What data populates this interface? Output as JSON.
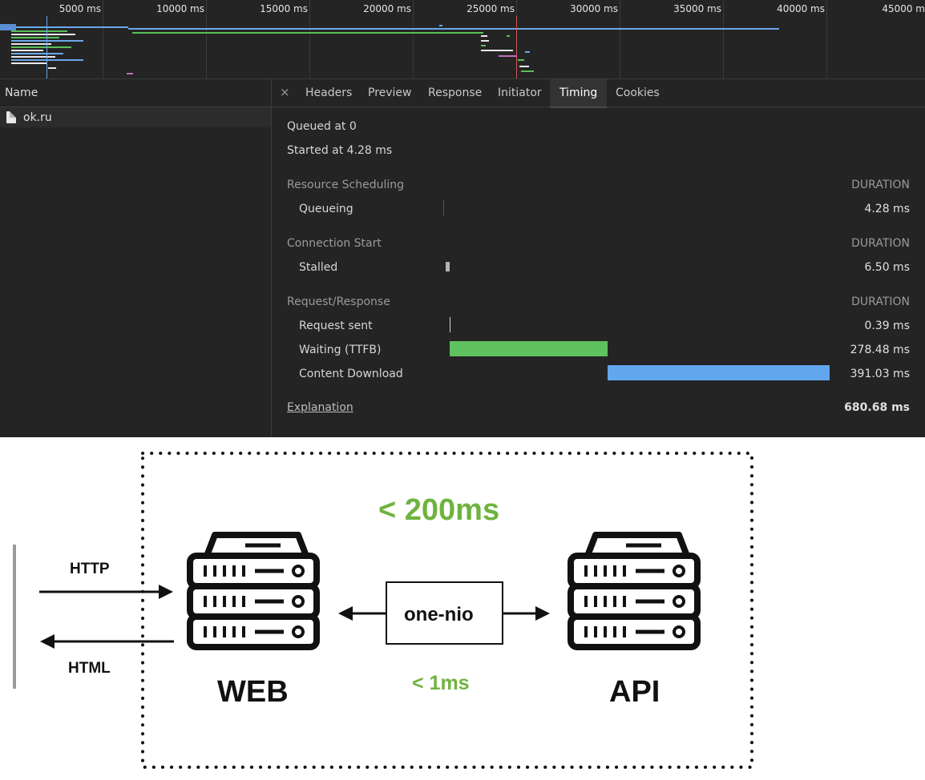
{
  "overview": {
    "ticks": [
      "5000 ms",
      "10000 ms",
      "15000 ms",
      "20000 ms",
      "25000 ms",
      "30000 ms",
      "35000 ms",
      "40000 ms",
      "45000 m"
    ]
  },
  "requests": {
    "column_header": "Name",
    "items": [
      {
        "name": "ok.ru"
      }
    ]
  },
  "tabs": {
    "close_icon": "×",
    "items": [
      "Headers",
      "Preview",
      "Response",
      "Initiator",
      "Timing",
      "Cookies"
    ],
    "active": "Timing"
  },
  "timing": {
    "queued_at": "Queued at 0",
    "started_at": "Started at 4.28 ms",
    "duration_label": "DURATION",
    "sections": {
      "scheduling": {
        "title": "Resource Scheduling",
        "rows": [
          {
            "label": "Queueing",
            "duration": "4.28 ms"
          }
        ]
      },
      "connection": {
        "title": "Connection Start",
        "rows": [
          {
            "label": "Stalled",
            "duration": "6.50 ms"
          }
        ]
      },
      "request": {
        "title": "Request/Response",
        "rows": [
          {
            "label": "Request sent",
            "duration": "0.39 ms"
          },
          {
            "label": "Waiting (TTFB)",
            "duration": "278.48 ms"
          },
          {
            "label": "Content Download",
            "duration": "391.03 ms"
          }
        ]
      }
    },
    "explanation": "Explanation",
    "total": "680.68 ms",
    "colors": {
      "ttfb": "#5fc25f",
      "download": "#62a7ee",
      "stalled": "#b4b4b4"
    }
  },
  "diagram": {
    "latency_total": "< 200ms",
    "latency_internal": "< 1ms",
    "protocol_in": "HTTP",
    "protocol_out": "HTML",
    "web_label": "WEB",
    "api_label": "API",
    "connector": "one-nio",
    "accent_color": "#6fb33f"
  }
}
